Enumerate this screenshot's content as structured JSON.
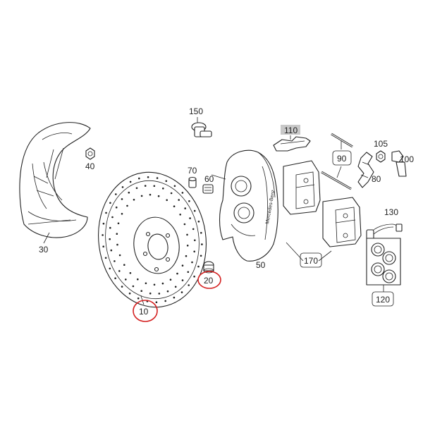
{
  "colors": {
    "line": "#222222",
    "highlight_circle": "#d42020",
    "label_110_background": "#c8c8c8"
  },
  "parts": [
    {
      "id": "p10",
      "label": "10",
      "highlighted": true
    },
    {
      "id": "p20",
      "label": "20",
      "highlighted": true
    },
    {
      "id": "p30",
      "label": "30"
    },
    {
      "id": "p40",
      "label": "40"
    },
    {
      "id": "p50",
      "label": "50"
    },
    {
      "id": "p60",
      "label": "60"
    },
    {
      "id": "p70",
      "label": "70"
    },
    {
      "id": "p80",
      "label": "80"
    },
    {
      "id": "p90",
      "label": "90",
      "boxed": true
    },
    {
      "id": "p100",
      "label": "100"
    },
    {
      "id": "p105",
      "label": "105"
    },
    {
      "id": "p110",
      "label": "110",
      "shaded": true
    },
    {
      "id": "p120",
      "label": "120",
      "boxed": true
    },
    {
      "id": "p130",
      "label": "130"
    },
    {
      "id": "p150",
      "label": "150"
    },
    {
      "id": "p170",
      "label": "170",
      "boxed": true
    }
  ],
  "caliper_brand_text": "Mercedes-Benz"
}
